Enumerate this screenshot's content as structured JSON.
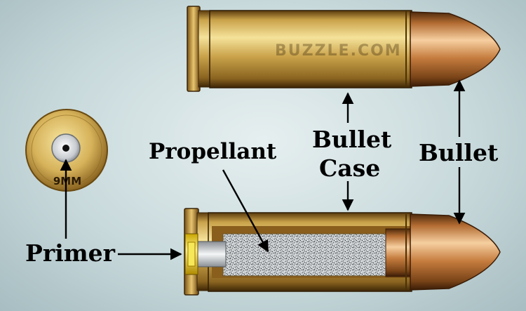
{
  "watermark": "BUZZLE.COM",
  "labels": {
    "bullet_case_line1": "Bullet",
    "bullet_case_line2": "Case",
    "bullet": "Bullet",
    "propellant": "Propellant",
    "primer": "Primer",
    "caliber": "9MM"
  },
  "colors": {
    "brass_light": "#f2dc84",
    "brass_mid": "#c9a24a",
    "brass_dark": "#6e4a12",
    "copper_light": "#f3c796",
    "copper_mid": "#c57c3e",
    "copper_dark": "#5e3210",
    "primer": "#f0d23a",
    "propellant": "#b8bcbe",
    "arrow": "#000000"
  }
}
